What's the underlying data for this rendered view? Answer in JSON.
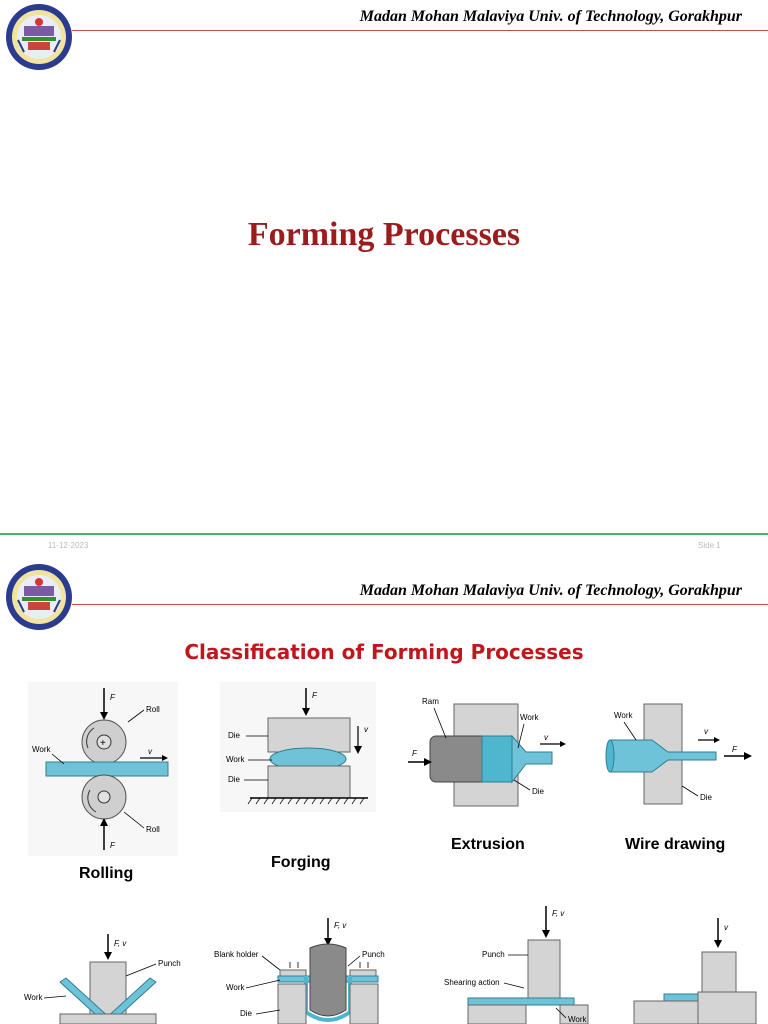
{
  "slide1": {
    "header": "Madan Mohan Malaviya Univ. of Technology, Gorakhpur",
    "title": "Forming Processes",
    "footer_date": "11-12-2023",
    "footer_side": "Side 1"
  },
  "slide2": {
    "header": "Madan Mohan Malaviya Univ. of Technology, Gorakhpur",
    "title": "Classification of Forming Processes",
    "captions": {
      "rolling": "Rolling",
      "forging": "Forging",
      "extrusion": "Extrusion",
      "wire_drawing": "Wire drawing"
    },
    "labels": {
      "rolling": {
        "f_top": "F",
        "roll_top": "Roll",
        "work": "Work",
        "v": "v",
        "roll_bottom": "Roll",
        "f_bottom": "F"
      },
      "forging": {
        "f": "F",
        "die_top": "Die",
        "v": "v",
        "work": "Work",
        "die_bottom": "Die"
      },
      "extrusion": {
        "ram": "Ram",
        "work": "Work",
        "v": "v",
        "f": "F",
        "die": "Die"
      },
      "wire_drawing": {
        "work": "Work",
        "v": "v",
        "f": "F",
        "die": "Die"
      },
      "bending": {
        "fv": "F, v",
        "punch": "Punch",
        "work": "Work"
      },
      "drawing": {
        "fv": "F, v",
        "blank_holder": "Blank holder",
        "punch": "Punch",
        "work": "Work",
        "die": "Die"
      },
      "shearing": {
        "fv": "F, v",
        "punch": "Punch",
        "shearing_action": "Shearing action",
        "work": "Work"
      },
      "blanking": {
        "v": "v"
      }
    }
  },
  "colors": {
    "title_red": "#9b1c1c",
    "subtitle_red": "#c0161e",
    "header_rule": "#c0504d",
    "work_blue": "#6fc3d8",
    "separator_green": "#4caf6e"
  }
}
